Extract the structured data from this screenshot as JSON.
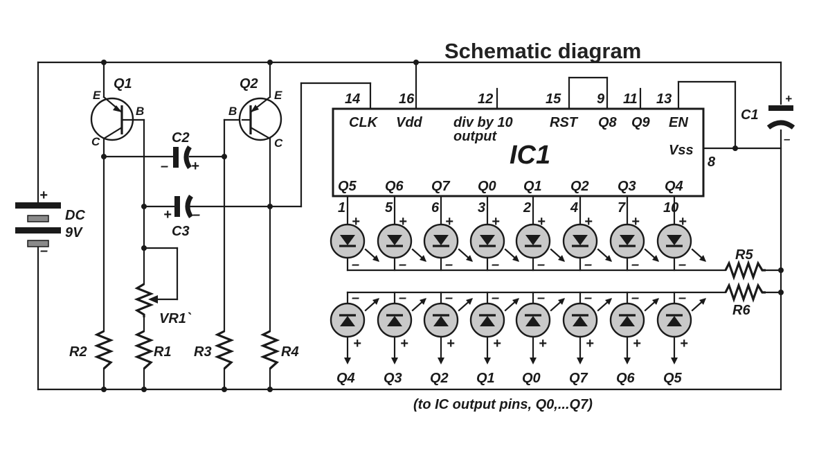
{
  "title": "Schematic diagram",
  "ic": {
    "name": "IC1",
    "top_pins": [
      {
        "num": "14",
        "label": "CLK"
      },
      {
        "num": "16",
        "label": "Vdd"
      },
      {
        "num": "12",
        "label": "div by 10",
        "label2": "output"
      },
      {
        "num": "15",
        "label": "RST"
      },
      {
        "num": "9",
        "label": "Q8"
      },
      {
        "num": "11",
        "label": "Q9"
      },
      {
        "num": "13",
        "label": "EN"
      }
    ],
    "vss": {
      "num": "8",
      "label": "Vss"
    },
    "bottom_pins": [
      {
        "num": "1",
        "label": "Q5"
      },
      {
        "num": "5",
        "label": "Q6"
      },
      {
        "num": "6",
        "label": "Q7"
      },
      {
        "num": "3",
        "label": "Q0"
      },
      {
        "num": "2",
        "label": "Q1"
      },
      {
        "num": "4",
        "label": "Q2"
      },
      {
        "num": "7",
        "label": "Q3"
      },
      {
        "num": "10",
        "label": "Q4"
      }
    ]
  },
  "transistors": [
    {
      "name": "Q1",
      "e": "E",
      "b": "B",
      "c": "C"
    },
    {
      "name": "Q2",
      "e": "E",
      "b": "B",
      "c": "C"
    }
  ],
  "capacitors": {
    "c1": "C1",
    "c2": "C2",
    "c3": "C3"
  },
  "resistors": {
    "r1": "R1",
    "r2": "R2",
    "r3": "R3",
    "r4": "R4",
    "r5": "R5",
    "r6": "R6"
  },
  "pot": "VR1`",
  "battery": {
    "line1": "DC",
    "line2": "9V"
  },
  "polarity": {
    "plus": "+",
    "minus": "–"
  },
  "lower_led_labels": [
    "Q4",
    "Q3",
    "Q2",
    "Q1",
    "Q0",
    "Q7",
    "Q6",
    "Q5"
  ],
  "footnote": "(to IC output pins, Q0,...Q7)"
}
